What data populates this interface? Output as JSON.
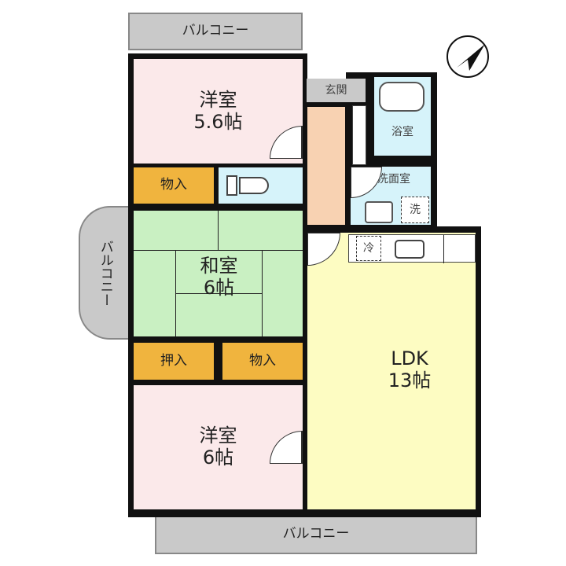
{
  "rooms": {
    "balcony_top": "バルコニー",
    "balcony_left": "バルコニー",
    "balcony_bottom": "バルコニー",
    "western1": {
      "name": "洋室",
      "size": "5.6帖"
    },
    "storage1": "物入",
    "entrance": "玄関",
    "bath": "浴室",
    "washroom": "洗面室",
    "washer_mark": "洗",
    "fridge_mark": "冷",
    "japanese": {
      "name": "和室",
      "size": "6帖"
    },
    "closet": "押入",
    "storage2": "物入",
    "western2": {
      "name": "洋室",
      "size": "6帖"
    },
    "ldk": {
      "name": "LDK",
      "size": "13帖"
    }
  },
  "colors": {
    "western": "#fbe9ea",
    "storage": "#f0b43e",
    "wet": "#d6f3fa",
    "hall": "#f8d2b2",
    "japanese": "#c9f0c2",
    "ldk": "#fdfcc2",
    "balcony": "#c9c9c9"
  }
}
